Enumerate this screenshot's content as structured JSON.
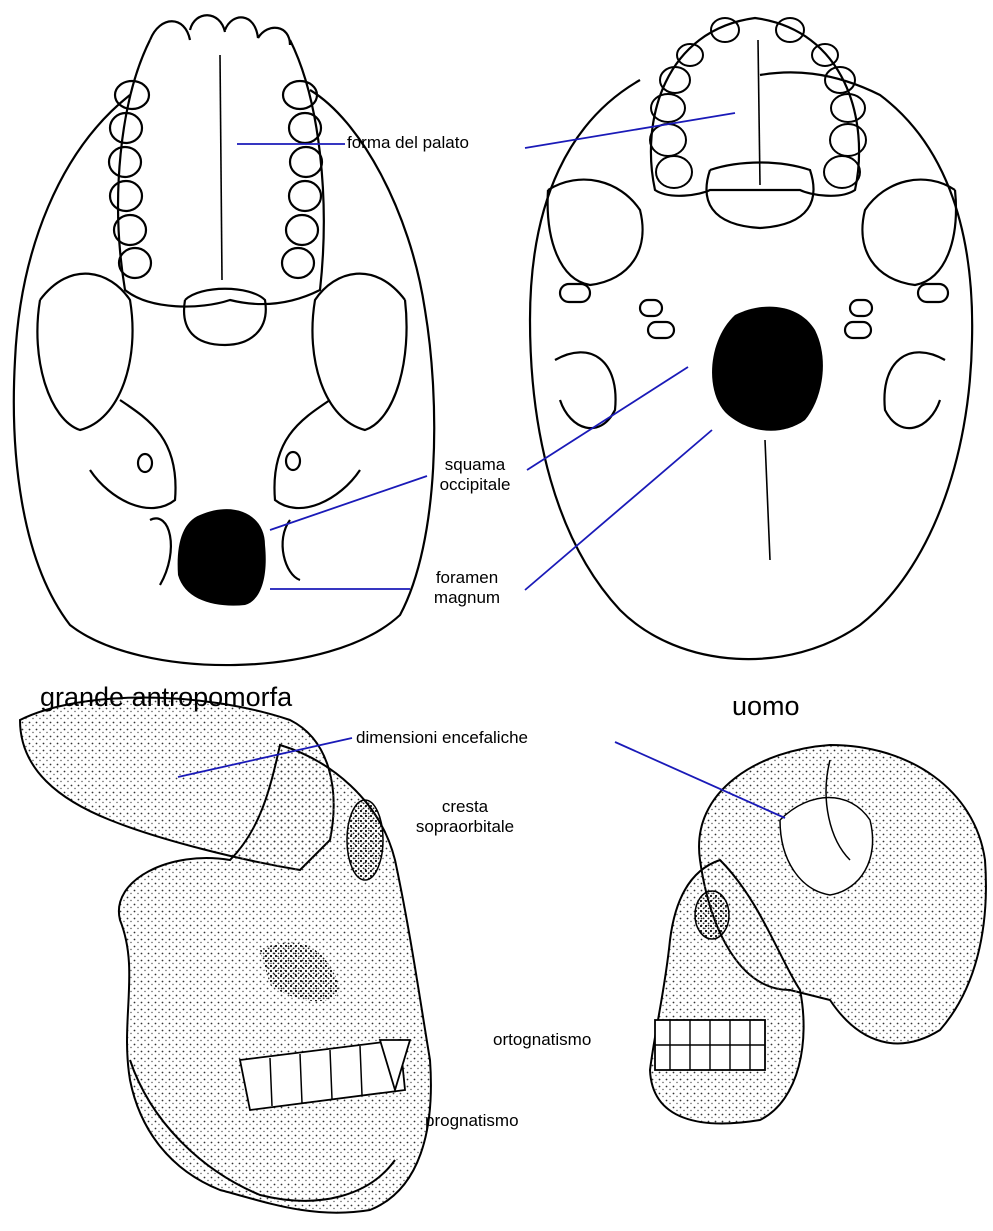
{
  "colors": {
    "leader": "#1a1ab8",
    "ink": "#000000",
    "stipple": "#2a2a2a",
    "paper": "#ffffff"
  },
  "labels": {
    "palate": "forma del palato",
    "occipital_line1": "squama",
    "occipital_line2": "occipitale",
    "foramen_line1": "foramen",
    "foramen_line2": "magnum",
    "ape_title": "grande antropomorfa",
    "human_title": "uomo",
    "brain_size": "dimensioni encefaliche",
    "brow_line1": "cresta",
    "brow_line2": "sopraorbitale",
    "orthognathism": "ortognatismo",
    "prognathism": "prognatismo"
  }
}
